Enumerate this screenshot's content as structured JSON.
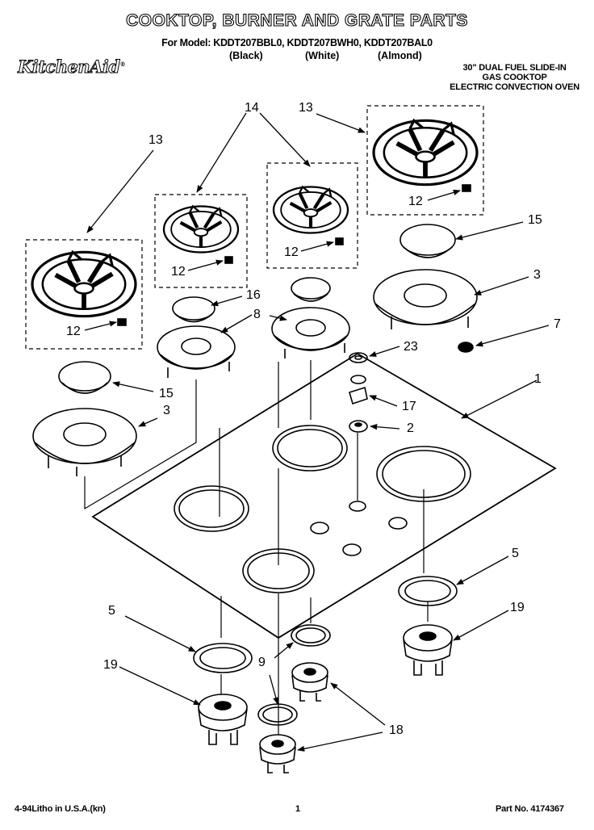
{
  "header": {
    "title": "COOKTOP, BURNER AND GRATE PARTS",
    "models": "For Model: KDDT207BBL0, KDDT207BWH0, KDDT207BAL0",
    "variants": [
      "(Black)",
      "(White)",
      "(Almond)"
    ],
    "brand": "KitchenAid",
    "product_lines": [
      "30\" DUAL FUEL SLIDE-IN",
      "GAS COOKTOP",
      "ELECTRIC CONVECTION OVEN"
    ]
  },
  "callouts": {
    "c13a": "13",
    "c13b": "13",
    "c14": "14",
    "c12a": "12",
    "c12b": "12",
    "c12c": "12",
    "c12d": "12",
    "c15a": "15",
    "c15b": "15",
    "c16": "16",
    "c8": "8",
    "c3a": "3",
    "c3b": "3",
    "c7": "7",
    "c23": "23",
    "c1": "1",
    "c17": "17",
    "c2": "2",
    "c5a": "5",
    "c5b": "5",
    "c19a": "19",
    "c19b": "19",
    "c9": "9",
    "c18": "18"
  },
  "footer": {
    "litho": "4-94Litho in U.S.A.(kn)",
    "page": "1",
    "part_no": "Part No. 4174367"
  },
  "colors": {
    "ink": "#000000",
    "paper": "#ffffff"
  }
}
